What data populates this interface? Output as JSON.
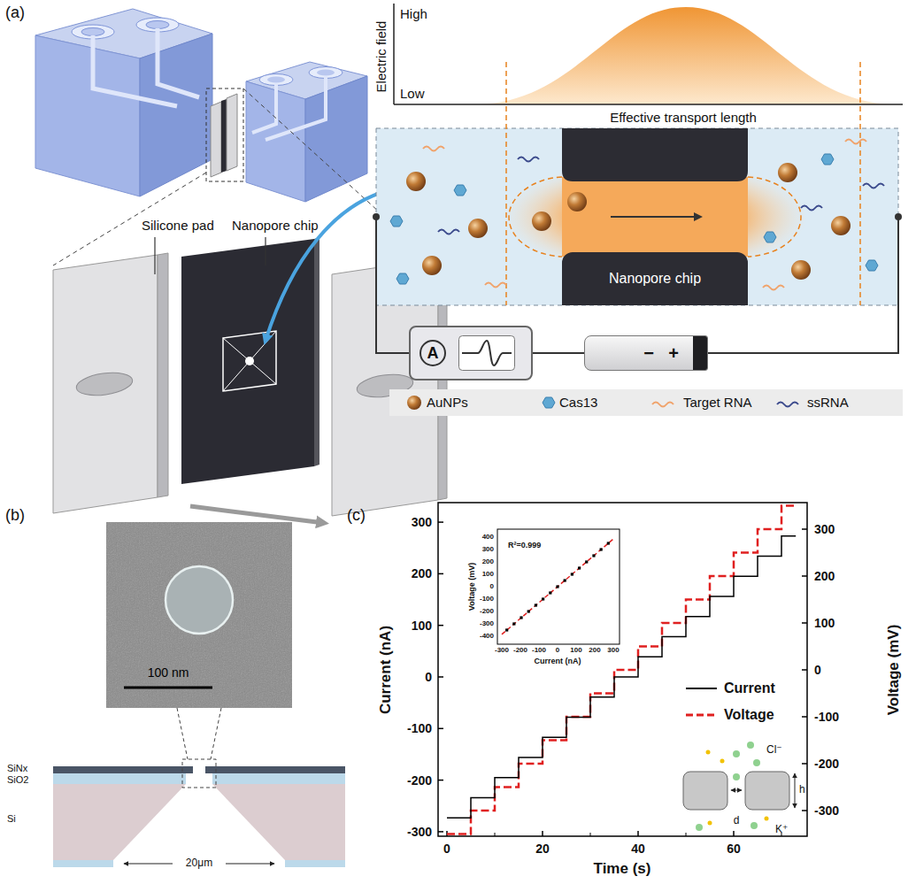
{
  "diagram": {
    "nodes": [
      {
        "text": [
          "Nanopore chip"
        ]
      },
      {
        "text": [
          "A"
        ]
      },
      {
        "text": [
          "−",
          "+"
        ]
      }
    ],
    "edges": [
      {
        "from": 1,
        "to": 2,
        "arrow": "none"
      }
    ],
    "labels": [
      "(a)",
      "Silicone pad",
      "Nanopore chip",
      "Electric field",
      "High",
      "Low",
      "Effective transport length",
      "(b)",
      "100 nm",
      "SiNx",
      "SiO2",
      "Si",
      "20μm",
      "(c)",
      "Current (nA)",
      "Voltage (mV)",
      "Time (s)",
      "300",
      "200",
      "100",
      "0",
      "-100",
      "-200",
      "-300",
      "300",
      "200",
      "100",
      "0",
      "-100",
      "-200",
      "-300",
      "0",
      "20",
      "40",
      "60",
      "400",
      "300",
      "200",
      "100",
      "0",
      "-100",
      "-200",
      "-300",
      "-400",
      "-300",
      "-200",
      "-100",
      "0",
      "100",
      "200",
      "300",
      "Voltage (mV)",
      "Current (nA)",
      "R²=0.999",
      "Cl⁻",
      "K⁺",
      "h",
      "d"
    ],
    "legend": [
      {
        "text": "AuNPs"
      },
      {
        "text": "Cas13"
      },
      {
        "text": "Target RNA"
      },
      {
        "text": "ssRNA"
      },
      {
        "text": "Current"
      },
      {
        "text": "Voltage"
      }
    ]
  }
}
